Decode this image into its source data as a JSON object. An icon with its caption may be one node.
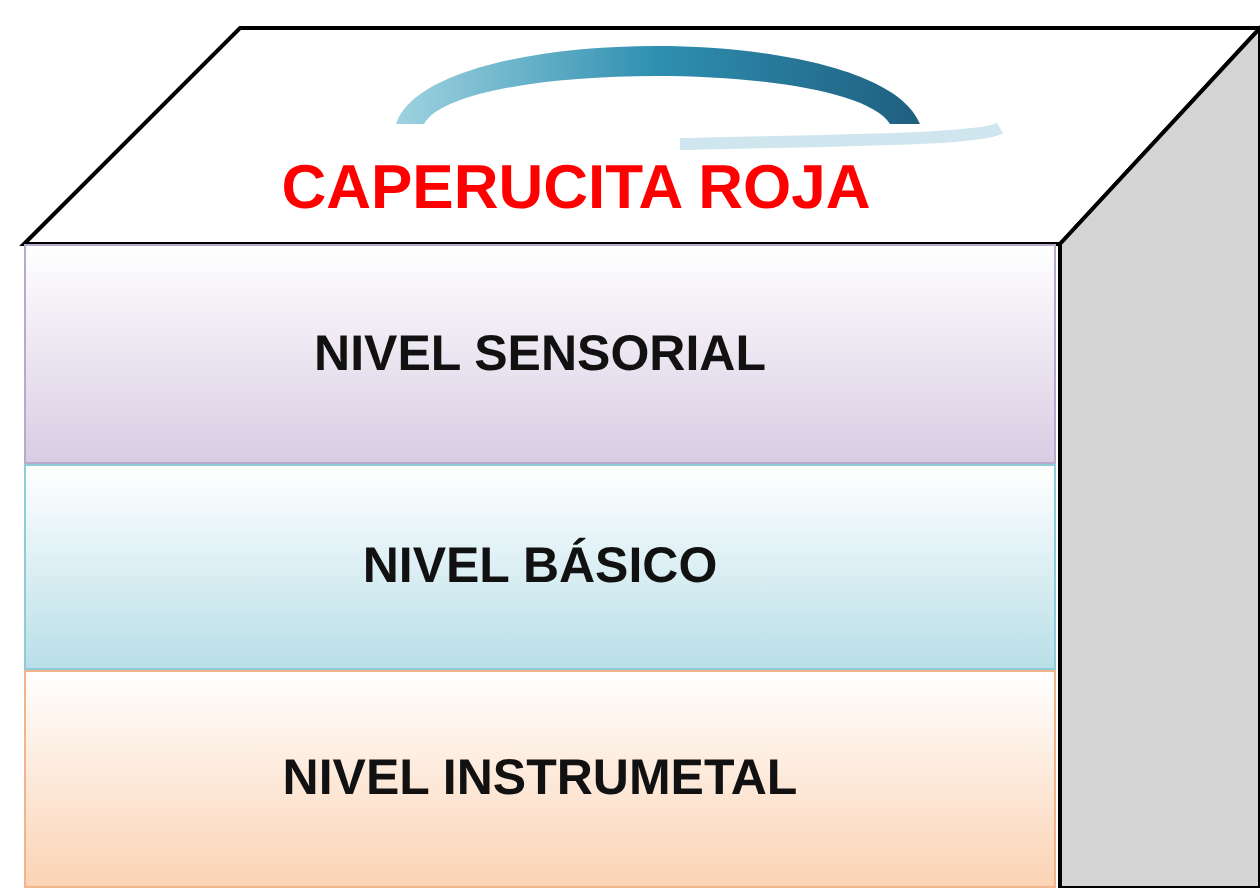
{
  "diagram": {
    "title": "CAPERUCITA ROJA",
    "nodes": [
      {
        "text": [
          "NIVEL SENSORIAL"
        ]
      },
      {
        "text": [
          "NIVEL BÁSICO"
        ]
      },
      {
        "text": [
          "NIVEL INSTRUMETAL"
        ]
      }
    ]
  }
}
